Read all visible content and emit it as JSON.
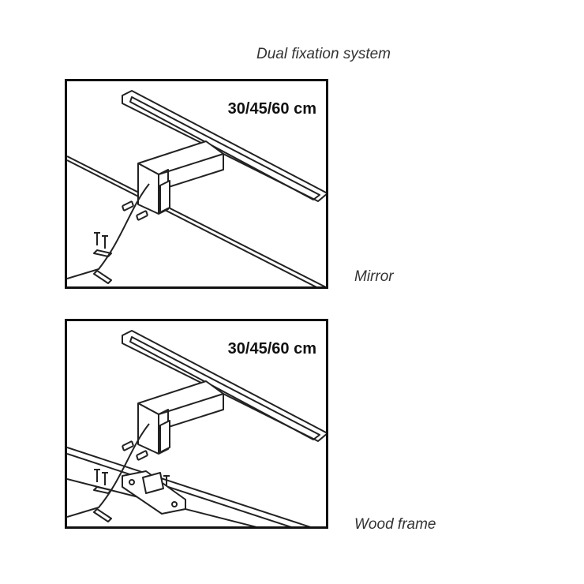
{
  "title": "Dual fixation system",
  "panels": [
    {
      "size_label": "30/45/60 cm",
      "caption": "Mirror"
    },
    {
      "size_label": "30/45/60 cm",
      "caption": "Wood frame"
    }
  ],
  "colors": {
    "line": "#222222",
    "text": "#333333",
    "border": "#111111"
  }
}
